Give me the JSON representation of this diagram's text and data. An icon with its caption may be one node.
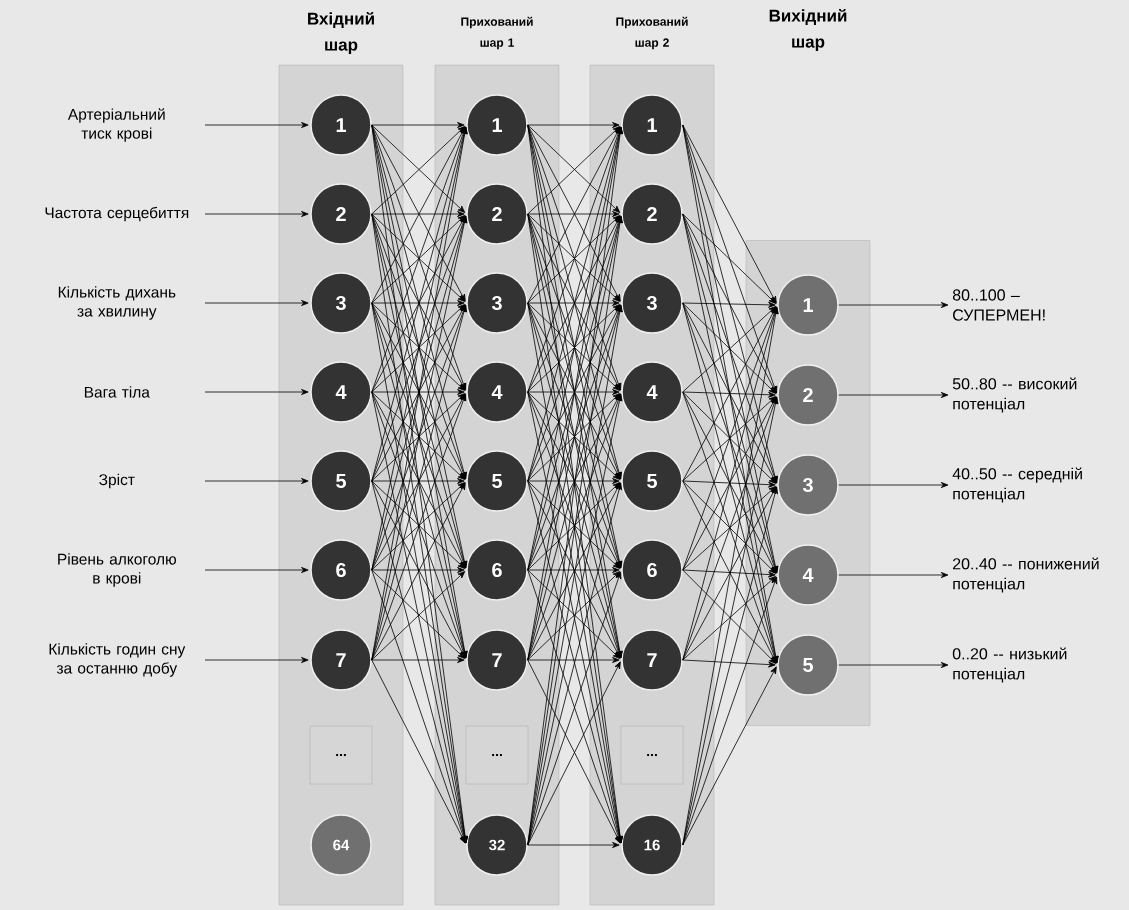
{
  "diagram": {
    "nodes": [
      {
        "text": [
          "Артеріальний тиск крові"
        ]
      },
      {
        "text": [
          "Частота серцебиття"
        ]
      },
      {
        "text": [
          "Кількість дихань за хвилину"
        ]
      },
      {
        "text": [
          "Вага тіла"
        ]
      },
      {
        "text": [
          "Зріст"
        ]
      },
      {
        "text": [
          "Рівень алкоголю в крові"
        ]
      },
      {
        "text": [
          "Кількість годин сну за останню добу"
        ]
      },
      {
        "text": [
          "Вхідний шар"
        ]
      },
      {
        "text": [
          "1"
        ],
        "in": 7
      },
      {
        "text": [
          "2"
        ],
        "in": 7
      },
      {
        "text": [
          "3"
        ],
        "in": 7
      },
      {
        "text": [
          "4"
        ],
        "in": 7
      },
      {
        "text": [
          "5"
        ],
        "in": 7
      },
      {
        "text": [
          "6"
        ],
        "in": 7
      },
      {
        "text": [
          "7"
        ],
        "in": 7
      },
      {
        "text": [
          "..."
        ],
        "in": 7
      },
      {
        "text": [
          "64"
        ],
        "in": 7
      },
      {
        "text": [
          "Прихований шар 1"
        ]
      },
      {
        "text": [
          "1"
        ],
        "in": 17
      },
      {
        "text": [
          "2"
        ],
        "in": 17
      },
      {
        "text": [
          "3"
        ],
        "in": 17
      },
      {
        "text": [
          "4"
        ],
        "in": 17
      },
      {
        "text": [
          "5"
        ],
        "in": 17
      },
      {
        "text": [
          "6"
        ],
        "in": 17
      },
      {
        "text": [
          "7"
        ],
        "in": 17
      },
      {
        "text": [
          "..."
        ],
        "in": 17
      },
      {
        "text": [
          "32"
        ],
        "in": 17
      },
      {
        "text": [
          "Прихований шар 2"
        ]
      },
      {
        "text": [
          "1"
        ],
        "in": 27
      },
      {
        "text": [
          "2"
        ],
        "in": 27
      },
      {
        "text": [
          "3"
        ],
        "in": 27
      },
      {
        "text": [
          "4"
        ],
        "in": 27
      },
      {
        "text": [
          "5"
        ],
        "in": 27
      },
      {
        "text": [
          "6"
        ],
        "in": 27
      },
      {
        "text": [
          "7"
        ],
        "in": 27
      },
      {
        "text": [
          "..."
        ],
        "in": 27
      },
      {
        "text": [
          "16"
        ],
        "in": 27
      },
      {
        "text": [],
        "shape": "box"
      },
      {
        "text": [
          "1"
        ],
        "in": 37
      },
      {
        "text": [
          "2"
        ],
        "in": 37
      },
      {
        "text": [
          "3"
        ],
        "in": 37
      },
      {
        "text": [
          "4"
        ],
        "in": 37
      },
      {
        "text": [
          "5"
        ],
        "in": 37
      },
      {
        "text": [
          "80..100 – СУПЕРМЕН!"
        ]
      },
      {
        "text": [
          "50..80 -- високий потенціал"
        ]
      },
      {
        "text": [
          "40..50 -- середній потенціал"
        ]
      },
      {
        "text": [
          "20..40 -- понижений потенціал"
        ]
      },
      {
        "text": [
          "0..20 -- низький потенціал"
        ]
      }
    ],
    "edges": [
      {
        "from": 0,
        "to": 8,
        "arrow": "to"
      },
      {
        "from": 1,
        "to": 9,
        "arrow": "to"
      },
      {
        "from": 2,
        "to": 10,
        "arrow": "to"
      },
      {
        "from": 3,
        "to": 11,
        "arrow": "to"
      },
      {
        "from": 4,
        "to": 12,
        "arrow": "to"
      },
      {
        "from": 5,
        "to": 13,
        "arrow": "to"
      },
      {
        "from": 6,
        "to": 14,
        "arrow": "to"
      },
      {
        "from": 8,
        "to": 18,
        "arrow": "to"
      },
      {
        "from": 8,
        "to": 19,
        "arrow": "to"
      },
      {
        "from": 8,
        "to": 20,
        "arrow": "to"
      },
      {
        "from": 8,
        "to": 21,
        "arrow": "to"
      },
      {
        "from": 8,
        "to": 22,
        "arrow": "to"
      },
      {
        "from": 8,
        "to": 23,
        "arrow": "to"
      },
      {
        "from": 8,
        "to": 24,
        "arrow": "to"
      },
      {
        "from": 8,
        "to": 26,
        "arrow": "to"
      },
      {
        "from": 9,
        "to": 18,
        "arrow": "to"
      },
      {
        "from": 9,
        "to": 19,
        "arrow": "to"
      },
      {
        "from": 9,
        "to": 20,
        "arrow": "to"
      },
      {
        "from": 9,
        "to": 21,
        "arrow": "to"
      },
      {
        "from": 9,
        "to": 22,
        "arrow": "to"
      },
      {
        "from": 9,
        "to": 23,
        "arrow": "to"
      },
      {
        "from": 9,
        "to": 24,
        "arrow": "to"
      },
      {
        "from": 9,
        "to": 26,
        "arrow": "to"
      },
      {
        "from": 10,
        "to": 18,
        "arrow": "to"
      },
      {
        "from": 10,
        "to": 19,
        "arrow": "to"
      },
      {
        "from": 10,
        "to": 20,
        "arrow": "to"
      },
      {
        "from": 10,
        "to": 21,
        "arrow": "to"
      },
      {
        "from": 10,
        "to": 22,
        "arrow": "to"
      },
      {
        "from": 10,
        "to": 23,
        "arrow": "to"
      },
      {
        "from": 10,
        "to": 24,
        "arrow": "to"
      },
      {
        "from": 10,
        "to": 26,
        "arrow": "to"
      },
      {
        "from": 11,
        "to": 18,
        "arrow": "to"
      },
      {
        "from": 11,
        "to": 19,
        "arrow": "to"
      },
      {
        "from": 11,
        "to": 20,
        "arrow": "to"
      },
      {
        "from": 11,
        "to": 21,
        "arrow": "to"
      },
      {
        "from": 11,
        "to": 22,
        "arrow": "to"
      },
      {
        "from": 11,
        "to": 23,
        "arrow": "to"
      },
      {
        "from": 11,
        "to": 24,
        "arrow": "to"
      },
      {
        "from": 11,
        "to": 26,
        "arrow": "to"
      },
      {
        "from": 12,
        "to": 18,
        "arrow": "to"
      },
      {
        "from": 12,
        "to": 19,
        "arrow": "to"
      },
      {
        "from": 12,
        "to": 20,
        "arrow": "to"
      },
      {
        "from": 12,
        "to": 21,
        "arrow": "to"
      },
      {
        "from": 12,
        "to": 22,
        "arrow": "to"
      },
      {
        "from": 12,
        "to": 23,
        "arrow": "to"
      },
      {
        "from": 12,
        "to": 24,
        "arrow": "to"
      },
      {
        "from": 12,
        "to": 26,
        "arrow": "to"
      },
      {
        "from": 13,
        "to": 18,
        "arrow": "to"
      },
      {
        "from": 13,
        "to": 19,
        "arrow": "to"
      },
      {
        "from": 13,
        "to": 20,
        "arrow": "to"
      },
      {
        "from": 13,
        "to": 21,
        "arrow": "to"
      },
      {
        "from": 13,
        "to": 22,
        "arrow": "to"
      },
      {
        "from": 13,
        "to": 23,
        "arrow": "to"
      },
      {
        "from": 13,
        "to": 24,
        "arrow": "to"
      },
      {
        "from": 13,
        "to": 26,
        "arrow": "to"
      },
      {
        "from": 14,
        "to": 18,
        "arrow": "to"
      },
      {
        "from": 14,
        "to": 19,
        "arrow": "to"
      },
      {
        "from": 14,
        "to": 20,
        "arrow": "to"
      },
      {
        "from": 14,
        "to": 21,
        "arrow": "to"
      },
      {
        "from": 14,
        "to": 22,
        "arrow": "to"
      },
      {
        "from": 14,
        "to": 23,
        "arrow": "to"
      },
      {
        "from": 14,
        "to": 24,
        "arrow": "to"
      },
      {
        "from": 14,
        "to": 26,
        "arrow": "to"
      },
      {
        "from": 18,
        "to": 28,
        "arrow": "to"
      },
      {
        "from": 18,
        "to": 29,
        "arrow": "to"
      },
      {
        "from": 18,
        "to": 30,
        "arrow": "to"
      },
      {
        "from": 18,
        "to": 31,
        "arrow": "to"
      },
      {
        "from": 18,
        "to": 32,
        "arrow": "to"
      },
      {
        "from": 18,
        "to": 33,
        "arrow": "to"
      },
      {
        "from": 18,
        "to": 34,
        "arrow": "to"
      },
      {
        "from": 18,
        "to": 36,
        "arrow": "to"
      },
      {
        "from": 19,
        "to": 28,
        "arrow": "to"
      },
      {
        "from": 19,
        "to": 29,
        "arrow": "to"
      },
      {
        "from": 19,
        "to": 30,
        "arrow": "to"
      },
      {
        "from": 19,
        "to": 31,
        "arrow": "to"
      },
      {
        "from": 19,
        "to": 32,
        "arrow": "to"
      },
      {
        "from": 19,
        "to": 33,
        "arrow": "to"
      },
      {
        "from": 19,
        "to": 34,
        "arrow": "to"
      },
      {
        "from": 19,
        "to": 36,
        "arrow": "to"
      },
      {
        "from": 20,
        "to": 28,
        "arrow": "to"
      },
      {
        "from": 20,
        "to": 29,
        "arrow": "to"
      },
      {
        "from": 20,
        "to": 30,
        "arrow": "to"
      },
      {
        "from": 20,
        "to": 31,
        "arrow": "to"
      },
      {
        "from": 20,
        "to": 32,
        "arrow": "to"
      },
      {
        "from": 20,
        "to": 33,
        "arrow": "to"
      },
      {
        "from": 20,
        "to": 34,
        "arrow": "to"
      },
      {
        "from": 20,
        "to": 36,
        "arrow": "to"
      },
      {
        "from": 21,
        "to": 28,
        "arrow": "to"
      },
      {
        "from": 21,
        "to": 29,
        "arrow": "to"
      },
      {
        "from": 21,
        "to": 30,
        "arrow": "to"
      },
      {
        "from": 21,
        "to": 31,
        "arrow": "to"
      },
      {
        "from": 21,
        "to": 32,
        "arrow": "to"
      },
      {
        "from": 21,
        "to": 33,
        "arrow": "to"
      },
      {
        "from": 21,
        "to": 34,
        "arrow": "to"
      },
      {
        "from": 21,
        "to": 36,
        "arrow": "to"
      },
      {
        "from": 22,
        "to": 28,
        "arrow": "to"
      },
      {
        "from": 22,
        "to": 29,
        "arrow": "to"
      },
      {
        "from": 22,
        "to": 30,
        "arrow": "to"
      },
      {
        "from": 22,
        "to": 31,
        "arrow": "to"
      },
      {
        "from": 22,
        "to": 32,
        "arrow": "to"
      },
      {
        "from": 22,
        "to": 33,
        "arrow": "to"
      },
      {
        "from": 22,
        "to": 34,
        "arrow": "to"
      },
      {
        "from": 22,
        "to": 36,
        "arrow": "to"
      },
      {
        "from": 23,
        "to": 28,
        "arrow": "to"
      },
      {
        "from": 23,
        "to": 29,
        "arrow": "to"
      },
      {
        "from": 23,
        "to": 30,
        "arrow": "to"
      },
      {
        "from": 23,
        "to": 31,
        "arrow": "to"
      },
      {
        "from": 23,
        "to": 32,
        "arrow": "to"
      },
      {
        "from": 23,
        "to": 33,
        "arrow": "to"
      },
      {
        "from": 23,
        "to": 34,
        "arrow": "to"
      },
      {
        "from": 23,
        "to": 36,
        "arrow": "to"
      },
      {
        "from": 24,
        "to": 28,
        "arrow": "to"
      },
      {
        "from": 24,
        "to": 29,
        "arrow": "to"
      },
      {
        "from": 24,
        "to": 30,
        "arrow": "to"
      },
      {
        "from": 24,
        "to": 31,
        "arrow": "to"
      },
      {
        "from": 24,
        "to": 32,
        "arrow": "to"
      },
      {
        "from": 24,
        "to": 33,
        "arrow": "to"
      },
      {
        "from": 24,
        "to": 34,
        "arrow": "to"
      },
      {
        "from": 24,
        "to": 36,
        "arrow": "to"
      },
      {
        "from": 26,
        "to": 28,
        "arrow": "to"
      },
      {
        "from": 26,
        "to": 29,
        "arrow": "to"
      },
      {
        "from": 26,
        "to": 30,
        "arrow": "to"
      },
      {
        "from": 26,
        "to": 31,
        "arrow": "to"
      },
      {
        "from": 26,
        "to": 32,
        "arrow": "to"
      },
      {
        "from": 26,
        "to": 33,
        "arrow": "to"
      },
      {
        "from": 26,
        "to": 34,
        "arrow": "to"
      },
      {
        "from": 26,
        "to": 36,
        "arrow": "to"
      },
      {
        "from": 28,
        "to": 38,
        "arrow": "to"
      },
      {
        "from": 28,
        "to": 39,
        "arrow": "to"
      },
      {
        "from": 28,
        "to": 40,
        "arrow": "to"
      },
      {
        "from": 28,
        "to": 41,
        "arrow": "to"
      },
      {
        "from": 28,
        "to": 42,
        "arrow": "to"
      },
      {
        "from": 29,
        "to": 38,
        "arrow": "to"
      },
      {
        "from": 29,
        "to": 39,
        "arrow": "to"
      },
      {
        "from": 29,
        "to": 40,
        "arrow": "to"
      },
      {
        "from": 29,
        "to": 41,
        "arrow": "to"
      },
      {
        "from": 29,
        "to": 42,
        "arrow": "to"
      },
      {
        "from": 30,
        "to": 38,
        "arrow": "to"
      },
      {
        "from": 30,
        "to": 39,
        "arrow": "to"
      },
      {
        "from": 30,
        "to": 40,
        "arrow": "to"
      },
      {
        "from": 30,
        "to": 41,
        "arrow": "to"
      },
      {
        "from": 30,
        "to": 42,
        "arrow": "to"
      },
      {
        "from": 31,
        "to": 38,
        "arrow": "to"
      },
      {
        "from": 31,
        "to": 39,
        "arrow": "to"
      },
      {
        "from": 31,
        "to": 40,
        "arrow": "to"
      },
      {
        "from": 31,
        "to": 41,
        "arrow": "to"
      },
      {
        "from": 31,
        "to": 42,
        "arrow": "to"
      },
      {
        "from": 32,
        "to": 38,
        "arrow": "to"
      },
      {
        "from": 32,
        "to": 39,
        "arrow": "to"
      },
      {
        "from": 32,
        "to": 40,
        "arrow": "to"
      },
      {
        "from": 32,
        "to": 41,
        "arrow": "to"
      },
      {
        "from": 32,
        "to": 42,
        "arrow": "to"
      },
      {
        "from": 33,
        "to": 38,
        "arrow": "to"
      },
      {
        "from": 33,
        "to": 39,
        "arrow": "to"
      },
      {
        "from": 33,
        "to": 40,
        "arrow": "to"
      },
      {
        "from": 33,
        "to": 41,
        "arrow": "to"
      },
      {
        "from": 33,
        "to": 42,
        "arrow": "to"
      },
      {
        "from": 34,
        "to": 38,
        "arrow": "to"
      },
      {
        "from": 34,
        "to": 39,
        "arrow": "to"
      },
      {
        "from": 34,
        "to": 40,
        "arrow": "to"
      },
      {
        "from": 34,
        "to": 41,
        "arrow": "to"
      },
      {
        "from": 34,
        "to": 42,
        "arrow": "to"
      },
      {
        "from": 36,
        "to": 38,
        "arrow": "to"
      },
      {
        "from": 36,
        "to": 39,
        "arrow": "to"
      },
      {
        "from": 36,
        "to": 40,
        "arrow": "to"
      },
      {
        "from": 36,
        "to": 41,
        "arrow": "to"
      },
      {
        "from": 36,
        "to": 42,
        "arrow": "to"
      },
      {
        "from": 38,
        "to": 43,
        "arrow": "to"
      },
      {
        "from": 39,
        "to": 44,
        "arrow": "to"
      },
      {
        "from": 40,
        "to": 45,
        "arrow": "to"
      },
      {
        "from": 41,
        "to": 46,
        "arrow": "to"
      },
      {
        "from": 42,
        "to": 47,
        "arrow": "to"
      }
    ],
    "labels": [
      "Вихідний шар"
    ]
  }
}
